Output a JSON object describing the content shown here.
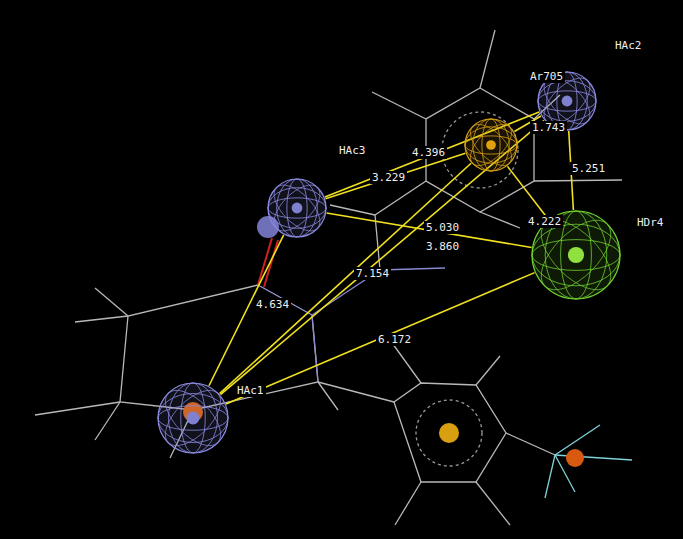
{
  "diagram": {
    "nodes": [
      {
        "text": [
          "HAc2"
        ]
      },
      {
        "text": [
          "Ar705"
        ]
      },
      {
        "text": [
          "HAc3"
        ]
      },
      {
        "text": [
          "HDr4"
        ]
      },
      {
        "text": [
          "HAc1"
        ]
      }
    ],
    "edges": [
      {
        "from": 2,
        "to": 1,
        "label": "4.396",
        "arrow": "none"
      },
      {
        "from": 2,
        "to": 0,
        "label": "3.229",
        "arrow": "none"
      },
      {
        "from": 1,
        "to": 0,
        "label": "1.743",
        "arrow": "none"
      },
      {
        "from": 0,
        "to": 3,
        "label": "5.251",
        "arrow": "none"
      },
      {
        "from": 1,
        "to": 3,
        "label": "4.222",
        "arrow": "none"
      },
      {
        "from": 4,
        "to": 0,
        "label": "5.030",
        "arrow": "none"
      },
      {
        "from": 2,
        "to": 3,
        "label": "3.860",
        "arrow": "none"
      },
      {
        "from": 4,
        "to": 1,
        "label": "7.154",
        "arrow": "none"
      },
      {
        "from": 4,
        "to": 2,
        "label": "4.634",
        "arrow": "none"
      },
      {
        "from": 4,
        "to": 3,
        "label": "6.172",
        "arrow": "none"
      }
    ]
  }
}
